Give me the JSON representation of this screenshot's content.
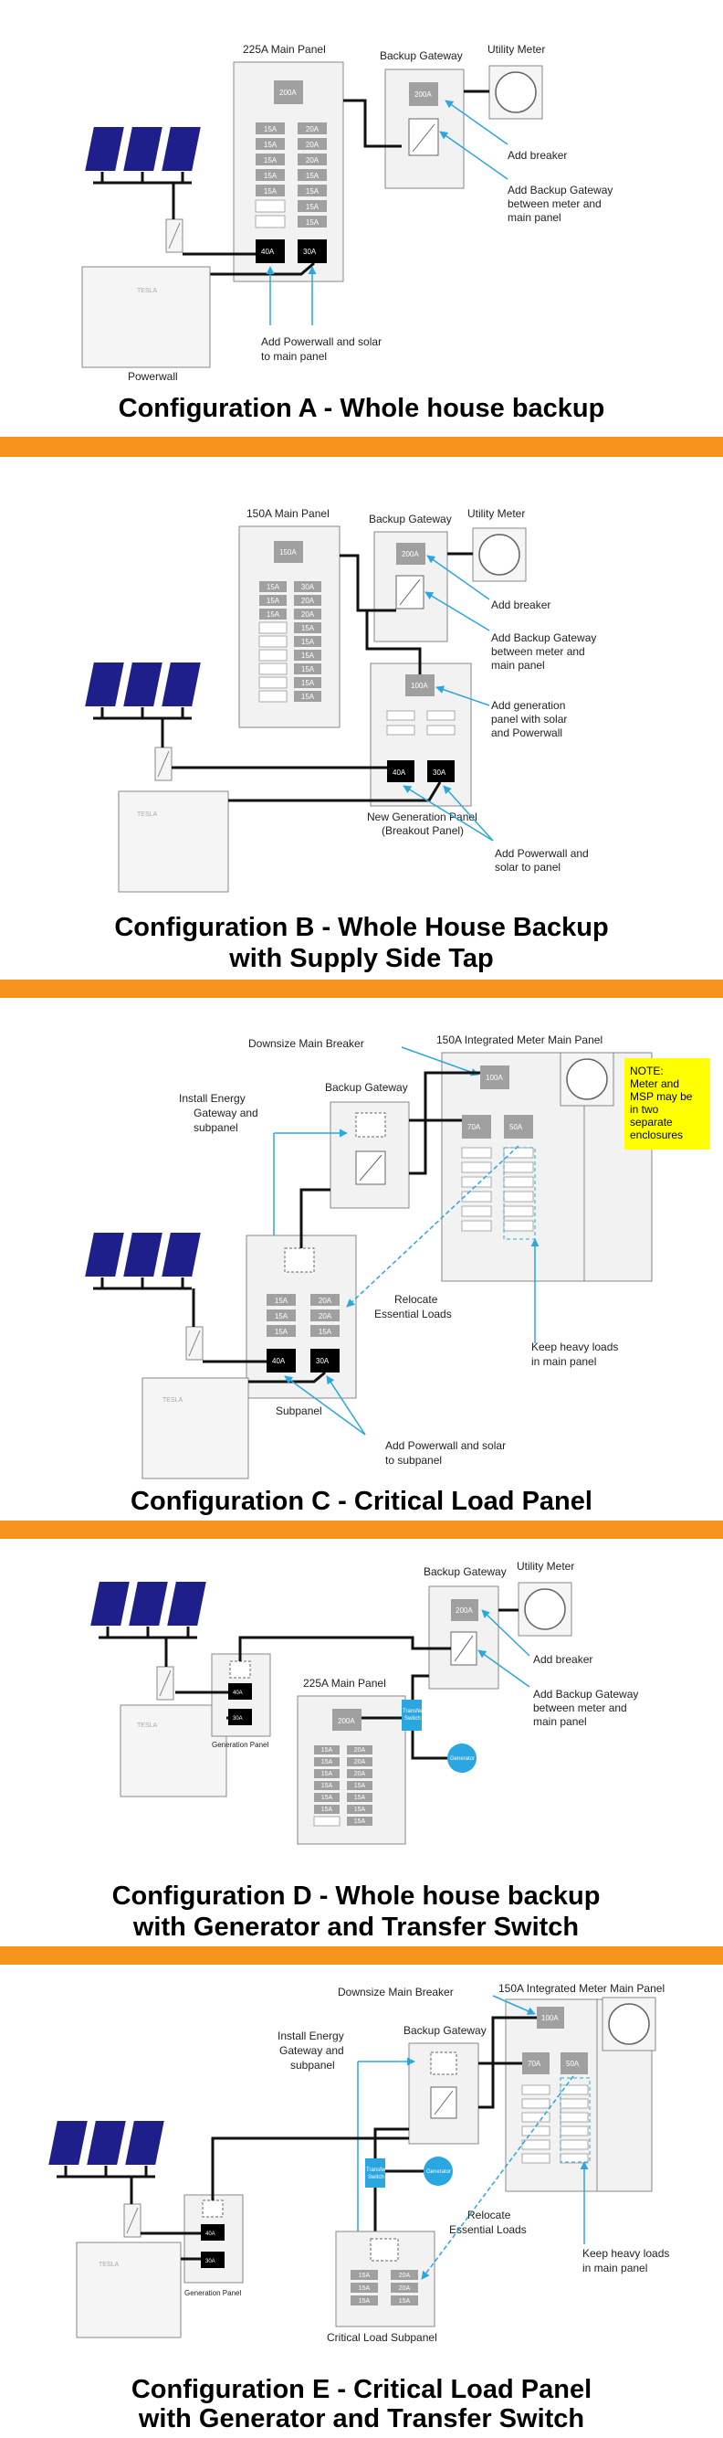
{
  "colors": {
    "accent_bar": "#f7941d",
    "arrow_blue": "#2aa6e0",
    "panel_fill": "#f2f2f2",
    "breaker_gray": "#a0a0a0",
    "breaker_black": "#000000",
    "solar": "#1f1f8c",
    "note_yellow": "#ffff00",
    "blue_box": "#2aa6e0"
  },
  "brand_text": "TESLA",
  "configA": {
    "main_panel": "225A Main Panel",
    "main_breaker": "200A",
    "gateway_label": "Backup Gateway",
    "gateway_breaker": "200A",
    "meter_label": "Utility Meter",
    "left_breakers": [
      "15A",
      "15A",
      "15A",
      "15A",
      "15A"
    ],
    "right_breakers": [
      "20A",
      "20A",
      "20A",
      "15A",
      "15A",
      "15A",
      "15A"
    ],
    "pw_breaker": "40A",
    "solar_breaker": "30A",
    "note_breaker": "Add breaker",
    "note_gateway": [
      "Add Backup Gateway",
      "between meter and",
      "main panel"
    ],
    "note_add": [
      "Add Powerwall and solar",
      "to main panel"
    ],
    "powerwall": "Powerwall",
    "title": "Configuration A - Whole house backup"
  },
  "configB": {
    "main_panel": "150A Main Panel",
    "main_breaker": "150A",
    "gateway_label": "Backup Gateway",
    "gateway_breaker": "200A",
    "meter_label": "Utility Meter",
    "left_breakers": [
      "15A",
      "15A",
      "15A"
    ],
    "right_breakers": [
      "30A",
      "20A",
      "20A",
      "15A",
      "15A",
      "15A",
      "15A",
      "15A",
      "15A"
    ],
    "gen_breaker": "100A",
    "pw_breaker": "40A",
    "solar_breaker": "30A",
    "note_breaker": "Add breaker",
    "note_gateway": [
      "Add Backup Gateway",
      "between meter and",
      "main panel"
    ],
    "note_gen": [
      "Add generation",
      "panel with solar",
      "and Powerwall"
    ],
    "gen_panel": [
      "New Generation Panel",
      "(Breakout Panel)"
    ],
    "note_add": [
      "Add Powerwall and",
      "solar to panel"
    ],
    "title": [
      "Configuration B - Whole House Backup",
      "with Supply Side Tap"
    ]
  },
  "configC": {
    "downsize": "Downsize Main Breaker",
    "integrated": "150A Integrated Meter Main Panel",
    "main_breaker": "100A",
    "gateway_label": "Backup Gateway",
    "install": [
      "Install Energy",
      "Gateway and",
      "subpanel"
    ],
    "mid_breakers": [
      "70A",
      "50A"
    ],
    "sub_left": [
      "15A",
      "15A",
      "15A"
    ],
    "sub_right": [
      "20A",
      "20A",
      "15A"
    ],
    "pw_breaker": "40A",
    "solar_breaker": "30A",
    "relocate": [
      "Relocate",
      "Essential Loads"
    ],
    "keep": [
      "Keep heavy loads",
      "in main panel"
    ],
    "subpanel": "Subpanel",
    "note_add": [
      "Add Powerwall and solar",
      "to subpanel"
    ],
    "note_box": [
      "NOTE:",
      "Meter and",
      "MSP  may be",
      "in  two",
      "separate",
      "enclosures"
    ],
    "title": "Configuration C - Critical Load Panel"
  },
  "configD": {
    "gateway_label": "Backup Gateway",
    "gateway_breaker": "200A",
    "meter_label": "Utility Meter",
    "gen_panel": "Generation Panel",
    "pw_breaker": "40A",
    "solar_breaker": "30A",
    "main_panel": "225A Main Panel",
    "main_breaker": "200A",
    "left_breakers": [
      "15A",
      "15A",
      "15A",
      "15A",
      "15A",
      "15A"
    ],
    "right_breakers": [
      "20A",
      "20A",
      "20A",
      "15A",
      "15A",
      "15A",
      "15A"
    ],
    "transfer": [
      "Transfer",
      "Switch"
    ],
    "generator": "Generator",
    "note_breaker": "Add breaker",
    "note_gateway": [
      "Add Backup Gateway",
      "between meter and",
      "main panel"
    ],
    "title": [
      "Configuration D - Whole house backup",
      "with Generator and Transfer Switch"
    ]
  },
  "configE": {
    "downsize": "Downsize Main Breaker",
    "integrated": "150A Integrated Meter Main Panel",
    "main_breaker": "100A",
    "gateway_label": "Backup Gateway",
    "install": [
      "Install Energy",
      "Gateway and",
      "subpanel"
    ],
    "mid_breakers": [
      "70A",
      "50A"
    ],
    "transfer": [
      "Transfer",
      "Switch"
    ],
    "generator": "Generator",
    "gen_panel": "Generation Panel",
    "pw_breaker": "40A",
    "solar_breaker": "30A",
    "relocate": [
      "Relocate",
      "Essential Loads"
    ],
    "keep": [
      "Keep heavy loads",
      "in main panel"
    ],
    "sub_left": [
      "15A",
      "15A",
      "15A"
    ],
    "sub_right": [
      "20A",
      "20A",
      "15A"
    ],
    "subpanel": "Critical Load Subpanel",
    "title": [
      "Configuration E - Critical Load Panel",
      "with Generator and Transfer Switch"
    ]
  }
}
